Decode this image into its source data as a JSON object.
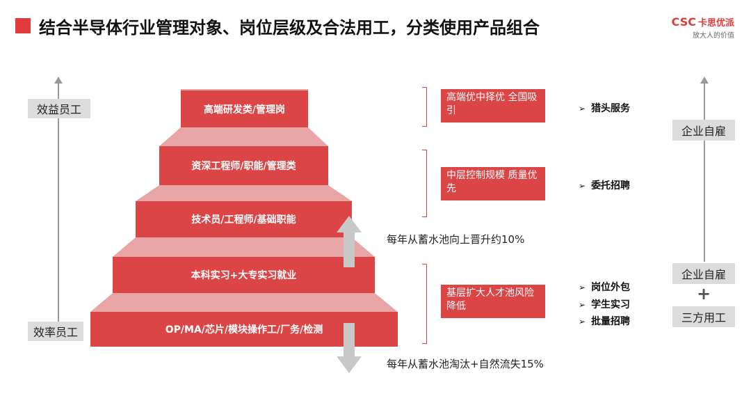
{
  "header": {
    "title": "结合半导体行业管理对象、岗位层级及合法用工，分类使用产品组合",
    "logo_mark": "CSC",
    "logo_cn": "卡思优派",
    "logo_sub": "放大人的价值"
  },
  "colors": {
    "accent": "#dc4546",
    "bevel": "#e8a5a5",
    "label_bg": "#dcdcdc",
    "arrow_gray": "#c8c8c8"
  },
  "axis": {
    "top_label": "效益员工",
    "bottom_label": "效率员工"
  },
  "pyramid": [
    {
      "label": "高端研发类/管理岗"
    },
    {
      "label": "资深工程师/职能/管理类"
    },
    {
      "label": "技术员/工程师/基础职能"
    },
    {
      "label": "本科实习+大专实习就业"
    },
    {
      "label": "OP/MA/芯片/模块操作工/厂务/检测"
    }
  ],
  "flows": {
    "up_note": "每年从蓄水池向上晋升约10%",
    "down_note": "每年从蓄水池淘汰+自然流失15%"
  },
  "groups": [
    {
      "desc": "高端优中择优 全国吸引",
      "products": [
        "猎头服务"
      ]
    },
    {
      "desc": "中层控制规模 质量优先",
      "products": [
        "委托招聘"
      ]
    },
    {
      "desc": "基层扩大人才池风险降低",
      "products": [
        "岗位外包",
        "学生实习",
        "批量招聘"
      ]
    }
  ],
  "employment": {
    "top": "企业自雇",
    "bottom_a": "企业自雇",
    "plus": "+",
    "bottom_b": "三方用工"
  },
  "icons": {
    "bullet": "chevron-right-icon",
    "plus": "plus-icon"
  }
}
